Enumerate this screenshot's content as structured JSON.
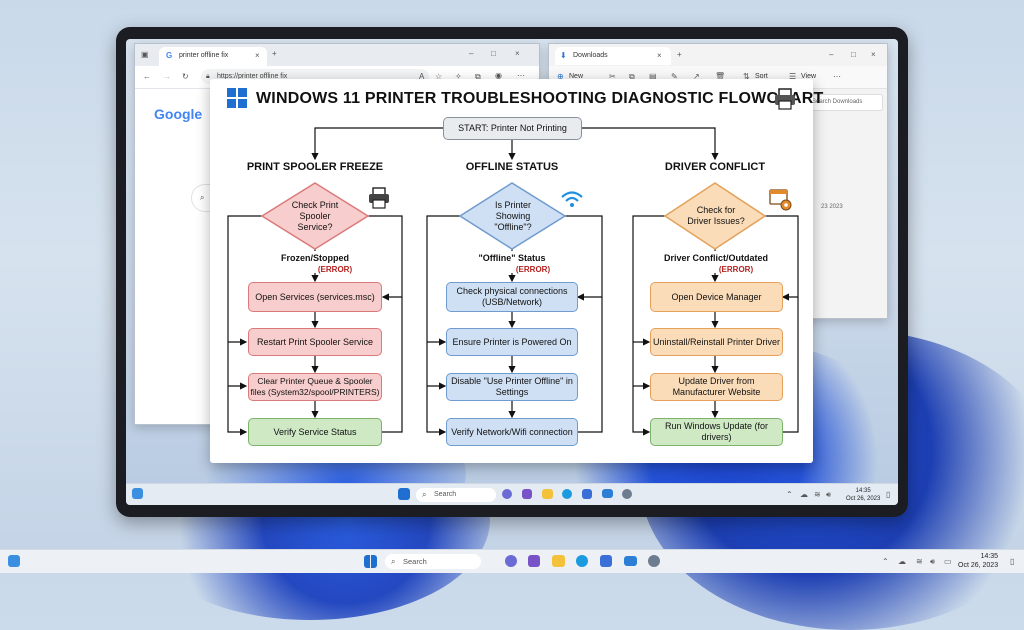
{
  "browser": {
    "tab_title": "printer offline fix",
    "url": "https://printer offline fix",
    "logo": "Google",
    "icons": [
      "google-favicon-icon",
      "add-tab-icon",
      "back-icon",
      "forward-icon",
      "refresh-icon",
      "home-icon",
      "lock-icon",
      "reader-icon",
      "favorite-icon",
      "extensions-icon",
      "collections-icon",
      "profile-icon",
      "more-icon",
      "minimize-icon",
      "maximize-icon",
      "close-icon",
      "search-icon"
    ]
  },
  "explorer": {
    "tab_title": "Downloads",
    "new_label": "New",
    "sort_label": "Sort",
    "view_label": "View",
    "search_placeholder": "Search Downloads",
    "date_text": "23 2023"
  },
  "flowchart": {
    "title": "WINDOWS 11 PRINTER TROUBLESHOOTING DIAGNOSTIC FLOWCHART",
    "start": "START: Printer Not Printing",
    "branches": [
      {
        "heading": "PRINT SPOOLER FREEZE",
        "decision": "Check Print Spooler Service?",
        "status": "Frozen/Stopped",
        "error": "(ERROR)",
        "steps": [
          "Open Services (services.msc)",
          "Restart Print Spooler Service",
          "Clear Printer Queue & Spooler files (System32/spool/PRINTERS)",
          "Verify Service Status"
        ],
        "icon": "printer-icon"
      },
      {
        "heading": "OFFLINE STATUS",
        "decision": "Is Printer Showing \"Offline\"?",
        "status": "\"Offline\" Status",
        "error": "(ERROR)",
        "steps": [
          "Check physical connections (USB/Network)",
          "Ensure Printer is Powered On",
          "Disable \"Use Printer Offline\" in Settings",
          "Verify Network/Wifi connection"
        ],
        "icon": "wifi-icon"
      },
      {
        "heading": "DRIVER CONFLICT",
        "decision": "Check for Driver Issues?",
        "status": "Driver Conflict/Outdated",
        "error": "(ERROR)",
        "steps": [
          "Open Device Manager",
          "Uninstall/Reinstall Printer Driver",
          "Update Driver from Manufacturer Website",
          "Run Windows Update (for drivers)"
        ],
        "icon": "driver-settings-icon"
      }
    ]
  },
  "inner_taskbar": {
    "search_label": "Search",
    "time": "14:35",
    "date": "Oct 26, 2023"
  },
  "outer_taskbar": {
    "search_label": "Search",
    "time": "14:35",
    "date": "Oct 26, 2023"
  },
  "colors": {
    "red_box": "#f8cdcd",
    "blue_box": "#cfe0f4",
    "orange_box": "#fbdcb8",
    "green_box": "#cfe9c5",
    "error_text": "#b3221f",
    "windows_blue": "#1f6fd1"
  }
}
